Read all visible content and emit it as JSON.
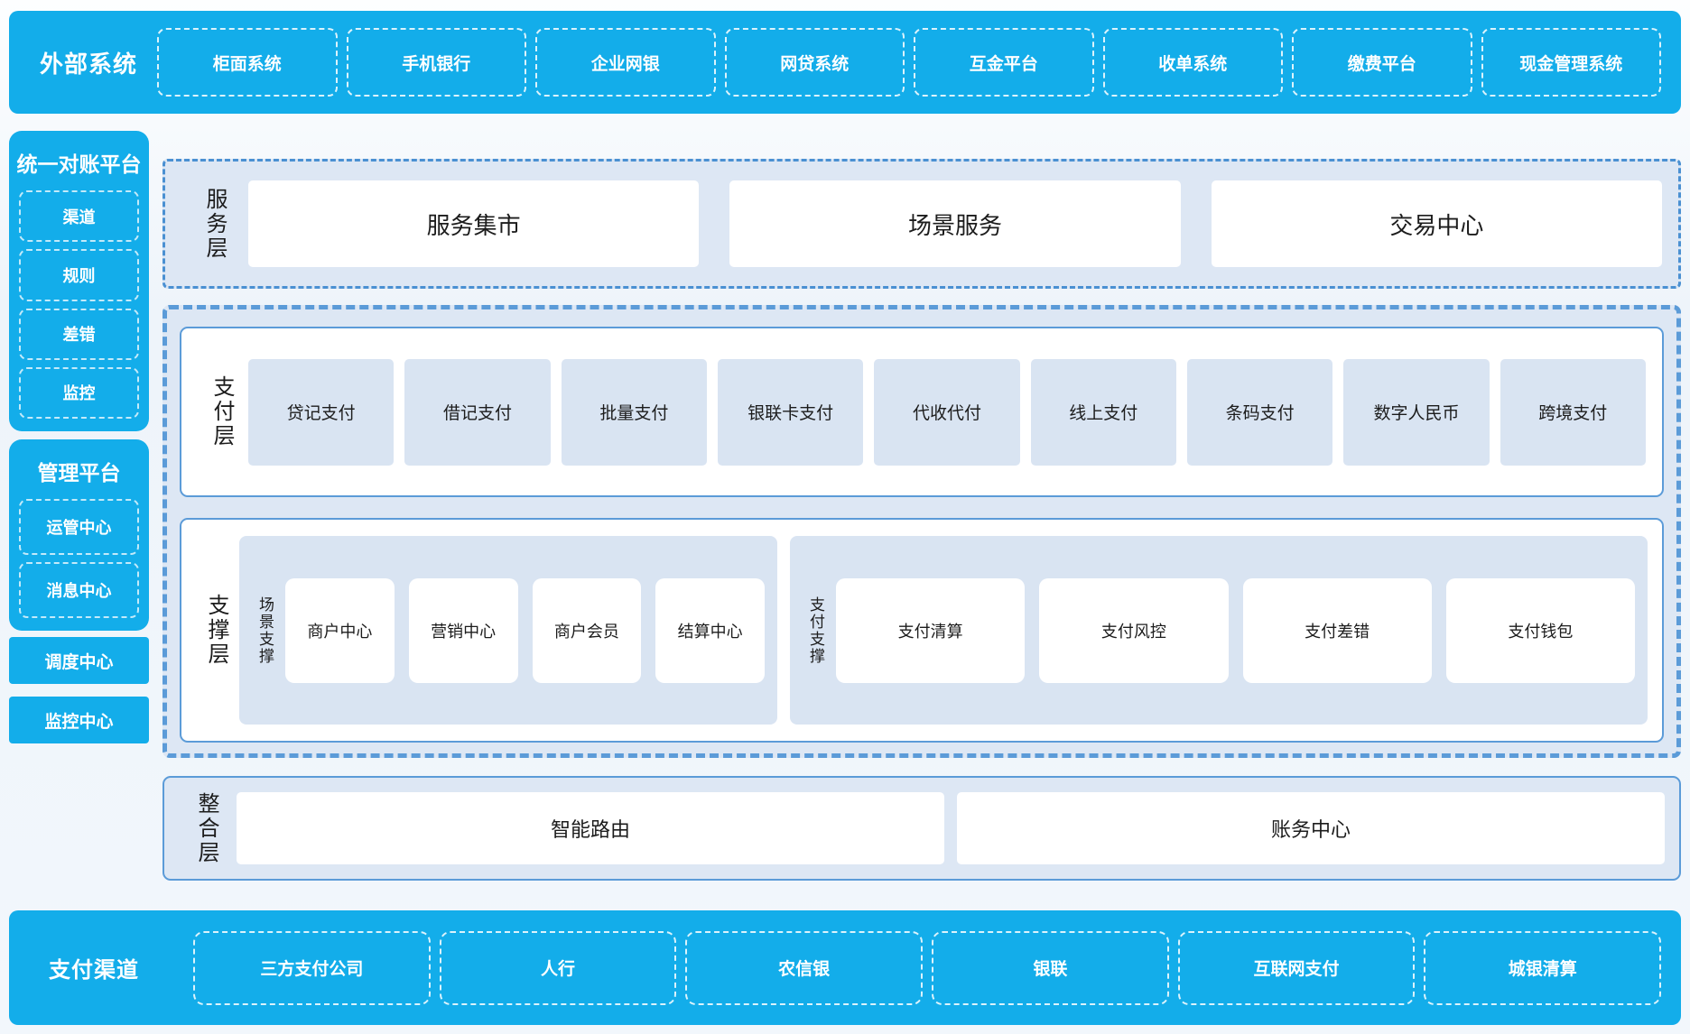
{
  "external_systems": {
    "title": "外部系统",
    "items": [
      "柜面系统",
      "手机银行",
      "企业网银",
      "网贷系统",
      "互金平台",
      "收单系统",
      "缴费平台",
      "现金管理系统"
    ]
  },
  "reconciliation_platform": {
    "title": "统一对账平台",
    "items": [
      "渠道",
      "规则",
      "差错",
      "监控"
    ]
  },
  "management_platform": {
    "title": "管理平台",
    "items": [
      "运管中心",
      "消息中心"
    ]
  },
  "side_blocks": {
    "scheduler": "调度中心",
    "monitor": "监控中心"
  },
  "service_layer": {
    "label": "服务层",
    "items": [
      "服务集市",
      "场景服务",
      "交易中心"
    ]
  },
  "payment_layer": {
    "label": "支付层",
    "items": [
      "贷记支付",
      "借记支付",
      "批量支付",
      "银联卡支付",
      "代收代付",
      "线上支付",
      "条码支付",
      "数字人民币",
      "跨境支付"
    ]
  },
  "support_layer": {
    "label": "支撑层",
    "groups": [
      {
        "label": "场景支撑",
        "items": [
          "商户中心",
          "营销中心",
          "商户会员",
          "结算中心"
        ]
      },
      {
        "label": "支付支撑",
        "items": [
          "支付清算",
          "支付风控",
          "支付差错",
          "支付钱包"
        ]
      }
    ]
  },
  "integration_layer": {
    "label": "整合层",
    "items": [
      "智能路由",
      "账务中心"
    ]
  },
  "payment_channels": {
    "title": "支付渠道",
    "items": [
      "三方支付公司",
      "人行",
      "农信银",
      "银联",
      "互联网支付",
      "城银清算"
    ]
  },
  "colors": {
    "primary_blue": "#13adea",
    "panel_bg": "#dde7f4",
    "card_bg": "#d9e4f2",
    "border_blue": "#5b9bd8",
    "dash_dot_blue": "#4a90d2",
    "dark_text": "#1c1c1c"
  }
}
